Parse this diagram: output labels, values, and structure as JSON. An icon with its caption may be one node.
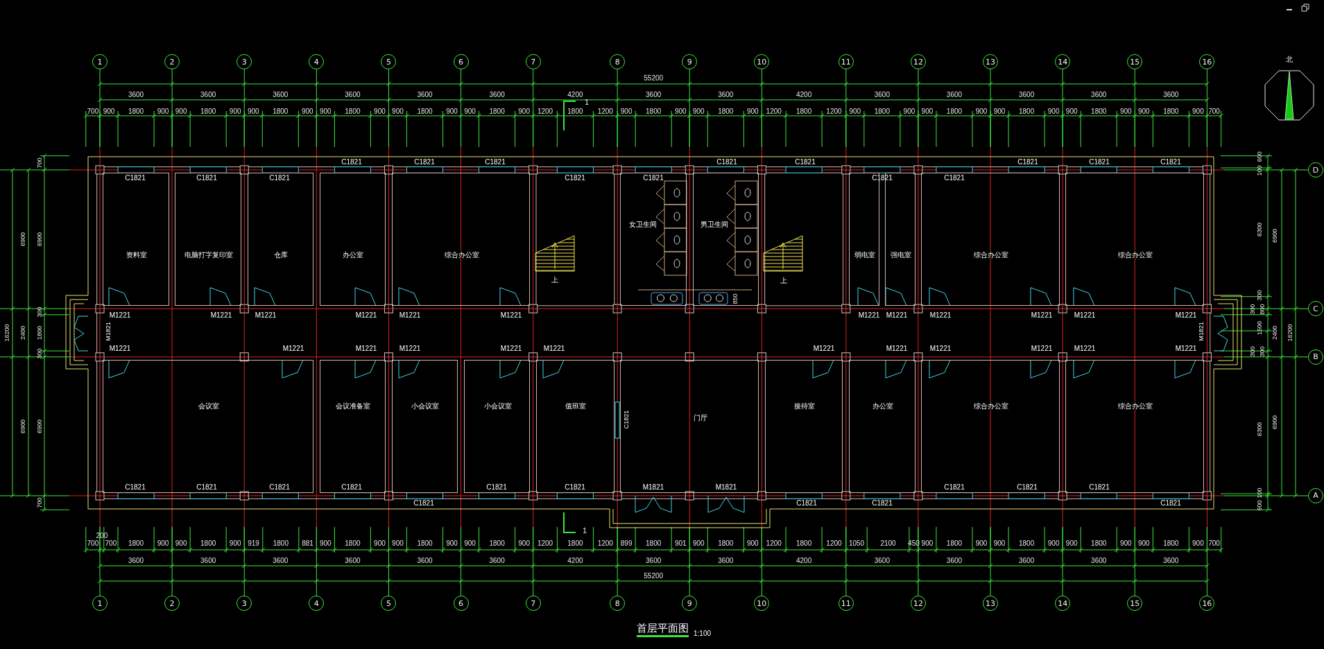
{
  "diagram": {
    "title": "首层平面图",
    "caption": "1:100",
    "nodes": [
      {
        "text": [
          "1"
        ]
      },
      {
        "text": [
          "2"
        ]
      },
      {
        "text": [
          "3"
        ]
      },
      {
        "text": [
          "4"
        ]
      },
      {
        "text": [
          "5"
        ]
      },
      {
        "text": [
          "6"
        ]
      },
      {
        "text": [
          "7"
        ]
      },
      {
        "text": [
          "8"
        ]
      },
      {
        "text": [
          "9"
        ]
      },
      {
        "text": [
          "10"
        ]
      },
      {
        "text": [
          "11"
        ]
      },
      {
        "text": [
          "12"
        ]
      },
      {
        "text": [
          "13"
        ]
      },
      {
        "text": [
          "14"
        ]
      },
      {
        "text": [
          "15"
        ]
      },
      {
        "text": [
          "16"
        ]
      },
      {
        "text": [
          "D"
        ]
      },
      {
        "text": [
          "C"
        ]
      },
      {
        "text": [
          "B"
        ]
      },
      {
        "text": [
          "A"
        ]
      },
      {
        "text": [
          "1"
        ]
      },
      {
        "text": [
          "2"
        ]
      },
      {
        "text": [
          "3"
        ]
      },
      {
        "text": [
          "4"
        ]
      },
      {
        "text": [
          "5"
        ]
      },
      {
        "text": [
          "6"
        ]
      },
      {
        "text": [
          "7"
        ]
      },
      {
        "text": [
          "8"
        ]
      },
      {
        "text": [
          "9"
        ]
      },
      {
        "text": [
          "10"
        ]
      },
      {
        "text": [
          "11"
        ]
      },
      {
        "text": [
          "12"
        ]
      },
      {
        "text": [
          "13"
        ]
      },
      {
        "text": [
          "14"
        ]
      },
      {
        "text": [
          "15"
        ]
      },
      {
        "text": [
          "16"
        ]
      },
      {
        "text": [
          "资料室"
        ]
      },
      {
        "text": [
          "电脑打字复印室"
        ]
      },
      {
        "text": [
          "仓库"
        ]
      },
      {
        "text": [
          "办公室"
        ]
      },
      {
        "text": [
          "综合办公室"
        ]
      },
      {
        "text": [
          "女卫生间"
        ]
      },
      {
        "text": [
          "男卫生间"
        ]
      },
      {
        "text": [
          "弱电室"
        ]
      },
      {
        "text": [
          "强电室"
        ]
      },
      {
        "text": [
          "综合办公室"
        ]
      },
      {
        "text": [
          "综合办公室"
        ]
      },
      {
        "text": [
          "会议室"
        ]
      },
      {
        "text": [
          "会议准备室"
        ]
      },
      {
        "text": [
          "小会议室"
        ]
      },
      {
        "text": [
          "小会议室"
        ]
      },
      {
        "text": [
          "值班室"
        ]
      },
      {
        "text": [
          "门厅"
        ]
      },
      {
        "text": [
          "接待室"
        ]
      },
      {
        "text": [
          "办公室"
        ]
      },
      {
        "text": [
          "综合办公室"
        ]
      },
      {
        "text": [
          "综合办公室"
        ]
      }
    ],
    "labels": [
      "北",
      "55200",
      "3600",
      "3600",
      "3600",
      "3600",
      "3600",
      "3600",
      "4200",
      "3600",
      "3600",
      "4200",
      "3600",
      "3600",
      "3600",
      "3600",
      "3600",
      "700",
      "900",
      "1800",
      "900",
      "900",
      "1800",
      "900",
      "900",
      "1800",
      "900",
      "900",
      "1800",
      "900",
      "900",
      "1800",
      "900",
      "900",
      "1800",
      "900",
      "1200",
      "1800",
      "1200",
      "900",
      "1800",
      "900",
      "900",
      "1800",
      "900",
      "1200",
      "1800",
      "1200",
      "900",
      "1800",
      "900",
      "900",
      "1800",
      "900",
      "900",
      "1800",
      "900",
      "900",
      "1800",
      "900",
      "900",
      "1800",
      "900",
      "700",
      "1",
      "C1821",
      "C1821",
      "C1821",
      "C1821",
      "C1821",
      "C1821",
      "C1821",
      "C1821",
      "C1821",
      "C1821",
      "C1821",
      "C1821",
      "C1821",
      "C1821",
      "C1821",
      "上",
      "上",
      "850",
      "M1221",
      "M1221",
      "M1221",
      "M1221",
      "M1221",
      "M1221",
      "M1221",
      "M1221",
      "M1221",
      "M1221",
      "M1221",
      "M1221",
      "M1821",
      "M1821",
      "M1221",
      "M1221",
      "M1221",
      "M1221",
      "M1221",
      "M1221",
      "M1221",
      "M1221",
      "M1221",
      "M1221",
      "M1221",
      "M1221",
      "C1821",
      "C1821",
      "C1821",
      "C1821",
      "C1821",
      "C1821",
      "C1821",
      "M1821",
      "M1821",
      "C1821",
      "C1821",
      "C1821",
      "C1821",
      "C1821",
      "C1821",
      "C1821",
      "1",
      "200",
      "700",
      "700",
      "1800",
      "900",
      "900",
      "1800",
      "900",
      "919",
      "1800",
      "881",
      "900",
      "1800",
      "900",
      "900",
      "1800",
      "900",
      "900",
      "1800",
      "900",
      "1200",
      "1800",
      "1200",
      "899",
      "1800",
      "901",
      "900",
      "1800",
      "900",
      "1200",
      "1800",
      "1200",
      "1050",
      "2100",
      "450",
      "900",
      "1800",
      "900",
      "900",
      "1800",
      "900",
      "900",
      "1800",
      "900",
      "900",
      "1800",
      "900",
      "700",
      "3600",
      "3600",
      "3600",
      "3600",
      "3600",
      "3600",
      "4200",
      "3600",
      "3600",
      "4200",
      "3600",
      "3600",
      "3600",
      "3600",
      "3600",
      "55200",
      "16200",
      "6900",
      "2400",
      "6900",
      "700",
      "6900",
      "300",
      "1800",
      "300",
      "6900",
      "700",
      "600",
      "100",
      "6300",
      "6900",
      "300",
      "300",
      "800",
      "1500",
      "300",
      "300",
      "2400",
      "16200",
      "6300",
      "6900",
      "100",
      "600"
    ]
  }
}
